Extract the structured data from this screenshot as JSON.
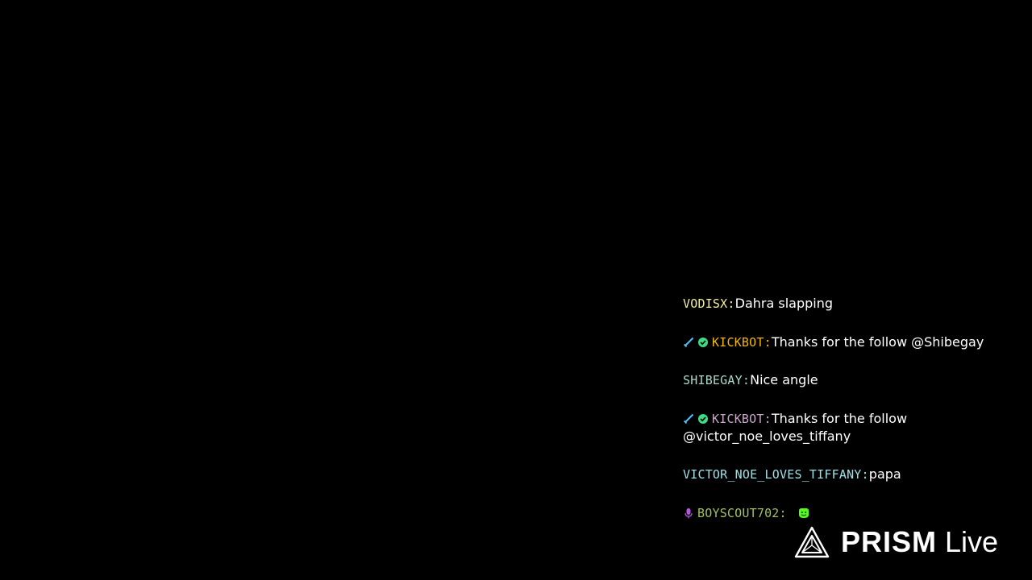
{
  "chat": {
    "messages": [
      {
        "badges": [],
        "user": "VODISX",
        "sep": ":",
        "text": "Dahra slapping",
        "user_color": "#f4eea0"
      },
      {
        "badges": [
          "sword-badge",
          "verified-badge"
        ],
        "user": "KICKBOT",
        "sep": ":",
        "text": "Thanks for the follow @Shibegay",
        "user_color": "#f2b705"
      },
      {
        "badges": [],
        "user": "SHIBEGAY",
        "sep": ":",
        "text": "Nice angle",
        "user_color": "#a8d8c8"
      },
      {
        "badges": [
          "sword-badge",
          "verified-badge"
        ],
        "user": "KICKBOT",
        "sep": ":",
        "text": "Thanks for the follow @victor_noe_loves_tiffany",
        "user_color": "#c9a6c9"
      },
      {
        "badges": [],
        "user": "VICTOR_NOE_LOVES_TIFFANY",
        "sep": ":",
        "text": "papa",
        "user_color": "#9fe0e8"
      },
      {
        "badges": [
          "mic-badge"
        ],
        "user": "BOYSCOUT702",
        "sep": ": ",
        "text": "",
        "user_color": "#a0c060",
        "emote": "green-smiley-emote"
      }
    ]
  },
  "logo": {
    "brand": "PRISM",
    "suffix": "Live",
    "icon": "prism-triangle-logo"
  },
  "colors": {
    "background": "#000000",
    "text": "#ffffff",
    "badge_sword": "#4fc3f7",
    "badge_verified": "#3ddc84",
    "badge_mic": "#b05ad6",
    "emote": "#53fc18"
  }
}
